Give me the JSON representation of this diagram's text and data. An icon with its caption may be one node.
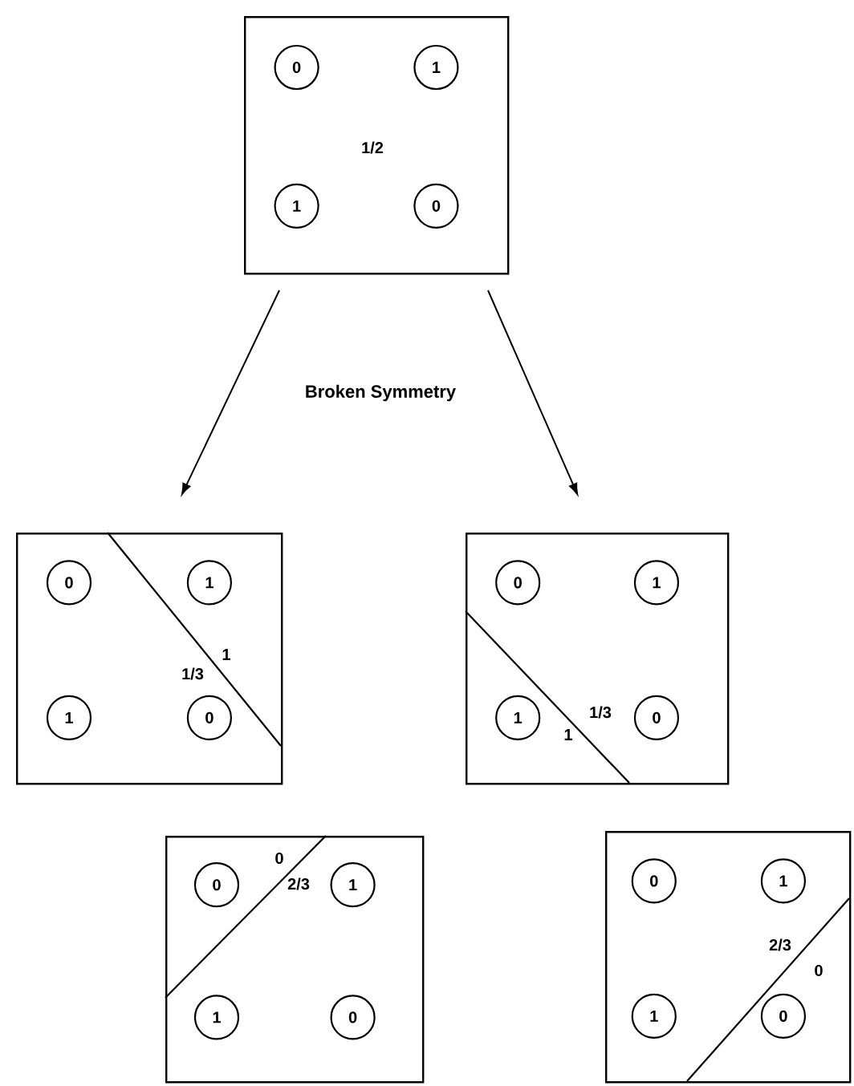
{
  "diagram": {
    "nodes": [
      {
        "text": [
          "1/2"
        ]
      },
      {
        "text": [
          "0"
        ],
        "in": 0
      },
      {
        "text": [
          "1"
        ],
        "in": 0
      },
      {
        "text": [
          "1"
        ],
        "in": 0
      },
      {
        "text": [
          "0"
        ],
        "in": 0
      },
      {
        "text": [
          "1/3",
          "1"
        ]
      },
      {
        "text": [
          "0"
        ],
        "in": 5
      },
      {
        "text": [
          "1"
        ],
        "in": 5
      },
      {
        "text": [
          "1"
        ],
        "in": 5
      },
      {
        "text": [
          "0"
        ],
        "in": 5
      },
      {
        "text": [
          "1/3",
          "1"
        ]
      },
      {
        "text": [
          "0"
        ],
        "in": 10
      },
      {
        "text": [
          "1"
        ],
        "in": 10
      },
      {
        "text": [
          "1"
        ],
        "in": 10
      },
      {
        "text": [
          "0"
        ],
        "in": 10
      },
      {
        "text": [
          "0",
          "2/3"
        ]
      },
      {
        "text": [
          "0"
        ],
        "in": 15
      },
      {
        "text": [
          "1"
        ],
        "in": 15
      },
      {
        "text": [
          "1"
        ],
        "in": 15
      },
      {
        "text": [
          "0"
        ],
        "in": 15
      },
      {
        "text": [
          "2/3",
          "0"
        ]
      },
      {
        "text": [
          "0"
        ],
        "in": 20
      },
      {
        "text": [
          "1"
        ],
        "in": 20
      },
      {
        "text": [
          "1"
        ],
        "in": 20
      },
      {
        "text": [
          "0"
        ],
        "in": 20
      }
    ],
    "edges": [
      {
        "from": 0,
        "to": 5,
        "arrow": "to"
      },
      {
        "from": 0,
        "to": 10,
        "arrow": "to"
      }
    ],
    "labels": [
      "Broken Symmetry"
    ]
  }
}
